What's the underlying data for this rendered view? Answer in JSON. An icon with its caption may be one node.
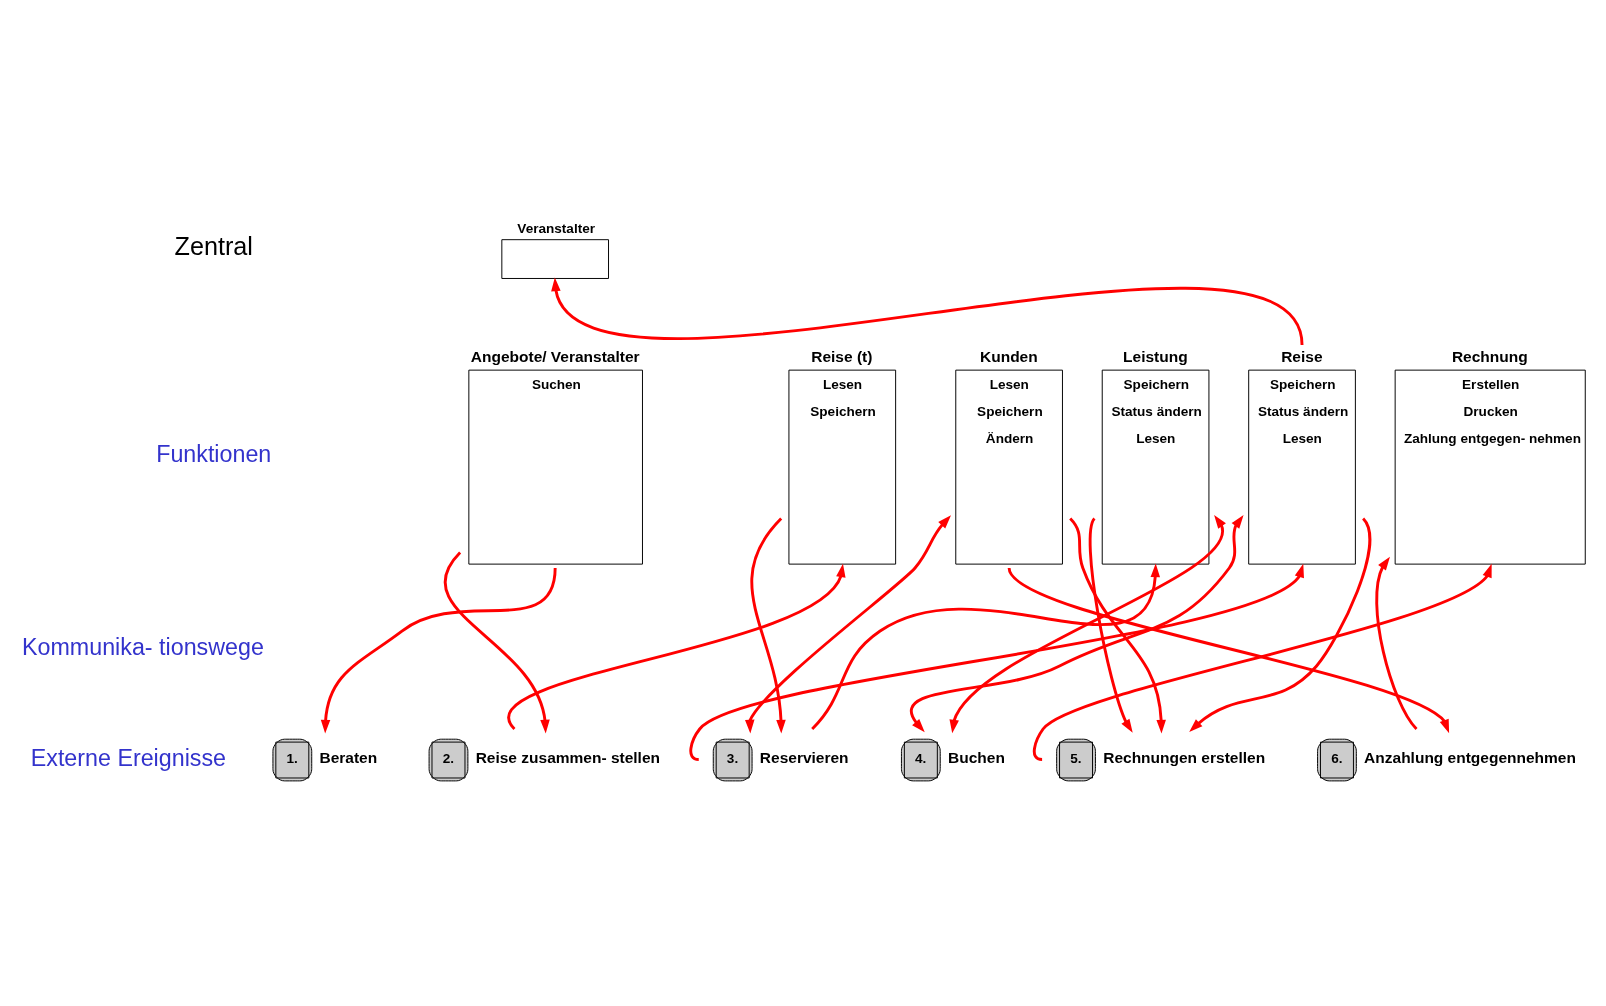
{
  "diagram": {
    "nodes": [
      {
        "text": [
          "Angebote/ Veranstalter",
          "Suchen"
        ]
      },
      {
        "text": [
          "Reise (t)",
          "Lesen",
          "Speichern"
        ]
      },
      {
        "text": [
          "Kunden",
          "Lesen",
          "Speichern",
          "Ändern"
        ]
      },
      {
        "text": [
          "Leistung",
          "Speichern",
          "Status ändern",
          "Lesen"
        ]
      },
      {
        "text": [
          "Reise",
          "Speichern",
          "Status ändern",
          "Lesen"
        ]
      },
      {
        "text": [
          "Veranstalter"
        ]
      },
      {
        "text": [
          "Rechnung",
          "Erstellen",
          "Drucken",
          "Zahlung entgegen- nehmen"
        ]
      },
      {
        "text": [
          "1."
        ],
        "beside": [
          "Beraten"
        ]
      },
      {
        "text": [
          "2."
        ],
        "beside": [
          "Reise zusammen- stellen"
        ]
      },
      {
        "text": [
          "3."
        ],
        "beside": [
          "Reservieren"
        ]
      },
      {
        "text": [
          "4."
        ],
        "beside": [
          "Buchen"
        ]
      },
      {
        "text": [
          "5."
        ],
        "beside": [
          "Rechnungen erstellen"
        ]
      },
      {
        "text": [
          "6."
        ],
        "beside": [
          "Anzahlung entgegennehmen"
        ]
      }
    ],
    "edges": [
      {
        "from": 0,
        "to": 7,
        "arrow": "to"
      },
      {
        "from": 0,
        "to": 8,
        "arrow": "to"
      },
      {
        "from": 8,
        "to": 1,
        "arrow": "to"
      },
      {
        "from": 1,
        "to": 9,
        "arrow": "to"
      },
      {
        "from": 2,
        "to": 12,
        "arrow": "to"
      },
      {
        "from": 2,
        "to": 9,
        "arrow": "both"
      },
      {
        "from": 2,
        "to": 11,
        "arrow": "to"
      },
      {
        "from": 9,
        "to": 3,
        "arrow": "to"
      },
      {
        "from": 9,
        "to": 4,
        "arrow": "to"
      },
      {
        "from": 3,
        "to": 11,
        "arrow": "to"
      },
      {
        "from": 10,
        "to": 3,
        "arrow": "both"
      },
      {
        "from": 10,
        "to": 4,
        "arrow": "both"
      },
      {
        "from": 4,
        "to": 11,
        "arrow": "to"
      },
      {
        "from": 11,
        "to": 6,
        "arrow": "to"
      },
      {
        "from": 12,
        "to": 6,
        "arrow": "to"
      },
      {
        "from": 4,
        "to": 5,
        "arrow": "to"
      }
    ],
    "labels": [
      "Zentral",
      "Funktionen",
      "Kommunika- tionswege",
      "Externe Ereignisse"
    ]
  }
}
